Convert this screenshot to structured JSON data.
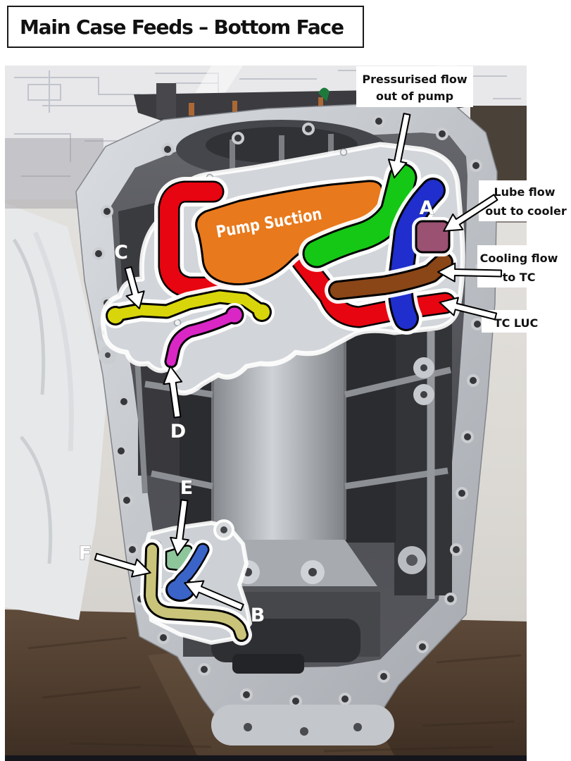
{
  "title": "Main Case Feeds – Bottom Face",
  "annotations": {
    "pressurised_flow": {
      "line1": "Pressurised flow",
      "line2": "out of pump"
    },
    "lube_flow": {
      "line1": "Lube flow",
      "line2": "out to cooler"
    },
    "cooling_flow": {
      "line1": "Cooling flow",
      "line2": "to TC"
    },
    "tc_luc": "TC LUC",
    "pump_suction": "Pump Suction",
    "ports": {
      "a": "A",
      "b": "B",
      "c": "C",
      "d": "D",
      "e": "E",
      "f": "F"
    }
  },
  "colors": {
    "pump_suction_orange": "#e8791c",
    "pressurised_green": "#15c815",
    "tc_luc_red": "#e60510",
    "port_a_blue": "#1f2ecc",
    "lube_cooler_mauve": "#9a5172",
    "cooling_tc_brown": "#8a4617",
    "port_c_yellow": "#d8d60b",
    "port_d_magenta": "#d926c4",
    "port_e_green": "#8ec69c",
    "port_b_blue": "#3a64c8",
    "port_f_khaki": "#c9c479"
  }
}
